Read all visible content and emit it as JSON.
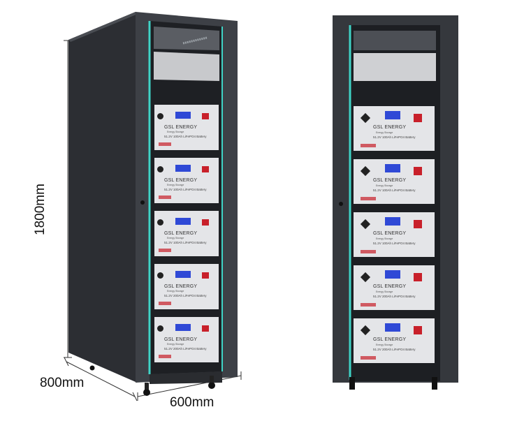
{
  "dimensions": {
    "height_label": "1800mm",
    "depth_label": "800mm",
    "width_label": "600mm"
  },
  "colors": {
    "cabinet": "#3a3d42",
    "cabinet_side": "#2b2d31",
    "frame_accent": "#3fd3c6",
    "module_face": "#e6e7ea",
    "display": "#2f49d6",
    "terminal_red": "#c8202a"
  },
  "modules": [
    {
      "brand": "GSL ENERGY",
      "sub": "Energy Storage",
      "spec": "51.2V 100Ah LiFePO4 Battery"
    },
    {
      "brand": "GSL ENERGY",
      "sub": "Energy Storage",
      "spec": "51.2V 100Ah LiFePO4 Battery"
    },
    {
      "brand": "GSL ENERGY",
      "sub": "Energy Storage",
      "spec": "51.2V 100Ah LiFePO4 Battery"
    },
    {
      "brand": "GSL ENERGY",
      "sub": "Energy Storage",
      "spec": "51.2V 200Ah LiFePO4 Battery"
    },
    {
      "brand": "GSL ENERGY",
      "sub": "Energy Storage",
      "spec": "51.2V 200Ah LiFePO4 Battery"
    }
  ]
}
